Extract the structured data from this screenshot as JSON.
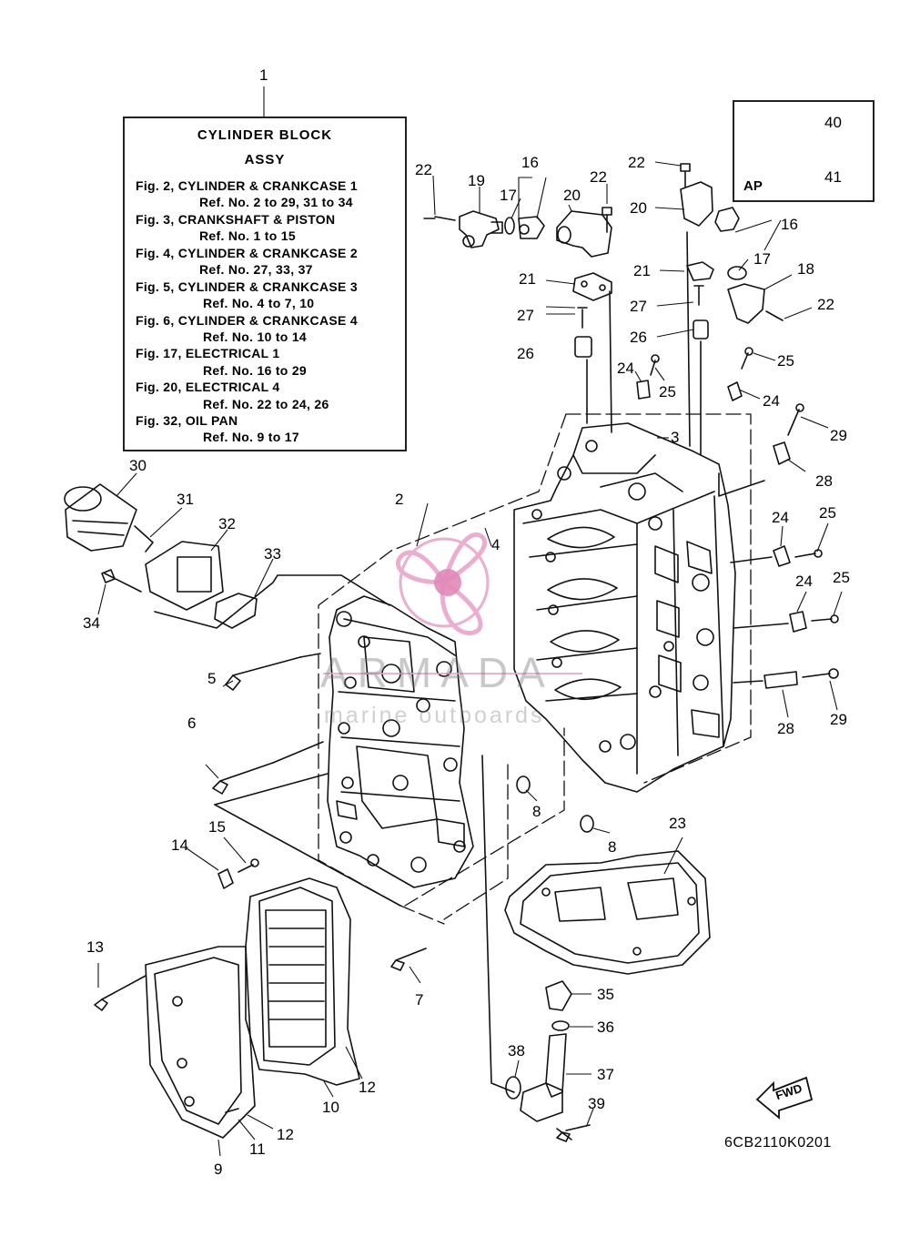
{
  "reference_box": {
    "title1": "CYLINDER BLOCK",
    "title2": "ASSY",
    "lines": [
      "Fig. 2, CYLINDER & CRANKCASE 1",
      "Ref. No. 2 to 29, 31 to 34",
      "Fig. 3, CRANKSHAFT & PISTON",
      "Ref. No. 1 to 15",
      "Fig. 4, CYLINDER & CRANKCASE 2",
      "Ref. No. 27, 33, 37",
      "Fig. 5, CYLINDER & CRANKCASE 3",
      "Ref. No. 4 to 7, 10",
      "Fig. 6, CYLINDER & CRANKCASE 4",
      "Ref. No. 10 to 14",
      "Fig. 17, ELECTRICAL 1",
      "Ref. No. 16 to 29",
      "Fig. 20, ELECTRICAL 4",
      "Ref. No. 22 to 24, 26",
      "Fig. 32, OIL PAN",
      "Ref. No. 9 to 17"
    ]
  },
  "ap_box": {
    "label": "AP"
  },
  "watermark": {
    "brand": "ARMADA",
    "tagline": "marine outboards",
    "accent": "#e8a0c8"
  },
  "fwd_label": "FWD",
  "drawing_code": "6CB2110K0201",
  "callouts": [
    "1",
    "2",
    "3",
    "4",
    "5",
    "6",
    "7",
    "8",
    "8",
    "9",
    "10",
    "11",
    "12",
    "12",
    "13",
    "14",
    "15",
    "16",
    "16",
    "17",
    "17",
    "18",
    "19",
    "20",
    "20",
    "21",
    "21",
    "22",
    "22",
    "22",
    "22",
    "23",
    "24",
    "24",
    "24",
    "24",
    "25",
    "25",
    "25",
    "25",
    "26",
    "26",
    "27",
    "27",
    "28",
    "28",
    "29",
    "29",
    "30",
    "31",
    "32",
    "33",
    "34",
    "35",
    "36",
    "37",
    "38",
    "39",
    "40",
    "41"
  ]
}
